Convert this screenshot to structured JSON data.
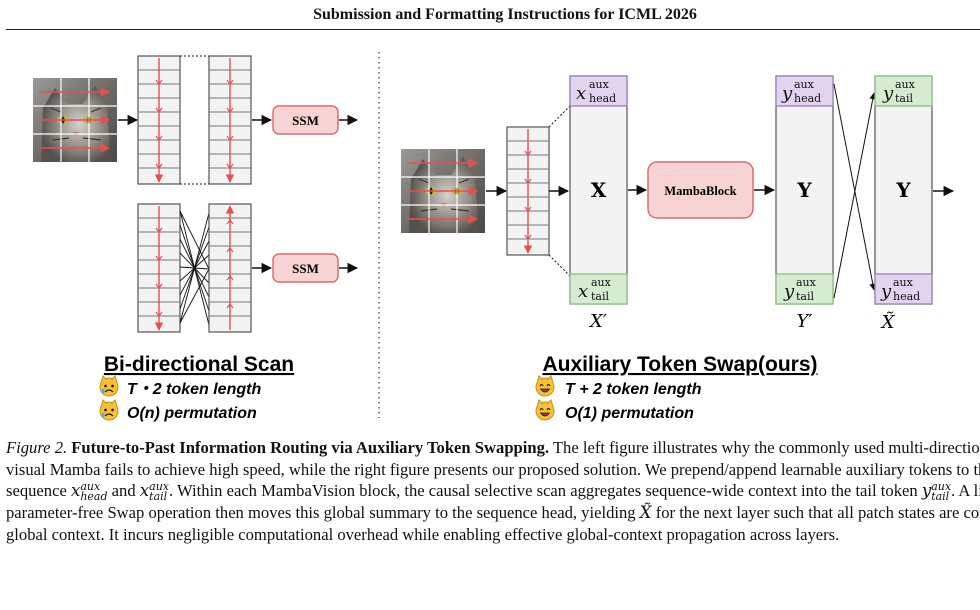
{
  "header": {
    "title": "Submission and Formatting Instructions for ICML 2026"
  },
  "figure": {
    "left_panel": {
      "title": "Bi-directional Scan",
      "ssm_label": "SSM",
      "bullets": [
        "T・2 token length",
        "O(n) permutation"
      ]
    },
    "right_panel": {
      "title": "Auxiliary Token Swap(ours)",
      "mamba_block_label": "MambaBlock",
      "x_label": "X",
      "y_label": "Y",
      "x_prime_label": "X′",
      "y_prime_label": "Y′",
      "x_tilde_label": "X̃",
      "tokens": {
        "x_head": {
          "base": "x",
          "sup": "aux",
          "sub": "head"
        },
        "x_tail": {
          "base": "x",
          "sup": "aux",
          "sub": "tail"
        },
        "y_head": {
          "base": "y",
          "sup": "aux",
          "sub": "head"
        },
        "y_tail": {
          "base": "y",
          "sup": "aux",
          "sub": "tail"
        }
      },
      "bullets": [
        "T + 2 token length",
        "O(1) permutation"
      ]
    },
    "colors": {
      "purple_fill": "#e2d3ef",
      "purple_stroke": "#9b7fc0",
      "green_fill": "#d6ecd0",
      "green_stroke": "#8cbf7e",
      "block_fill": "#f8d3d3",
      "block_stroke": "#d86f6f",
      "arrow_red": "#e55050",
      "gray_fill": "#f3f3f3"
    }
  },
  "caption": {
    "label": "Figure 2.",
    "bold": "Future-to-Past Information Routing via Auxiliary Token Swapping.",
    "s1": " The left figure illustrates why the commonly used multi-directional scan in visual Mamba fails to achieve high speed, while the right figure presents our proposed solution. We prepend/append learnable auxiliary tokens to the patch sequence ",
    "and": " and ",
    "s2": ". Within each MambaVision block, the causal selective scan aggregates sequence-wide context into the tail token ",
    "s3": ". A lightweight, parameter-free Swap operation then moves this global summary to the sequence head, yielding ",
    "s4": " for the next layer such that all patch states are conditioned on global context. It incurs negligible computational overhead while enabling effective global-context propagation across layers.",
    "sym_x": "x",
    "sym_y": "y",
    "sym_X": "X̃",
    "sup_aux": "aux",
    "sub_head": "head",
    "sub_tail": "tail"
  }
}
